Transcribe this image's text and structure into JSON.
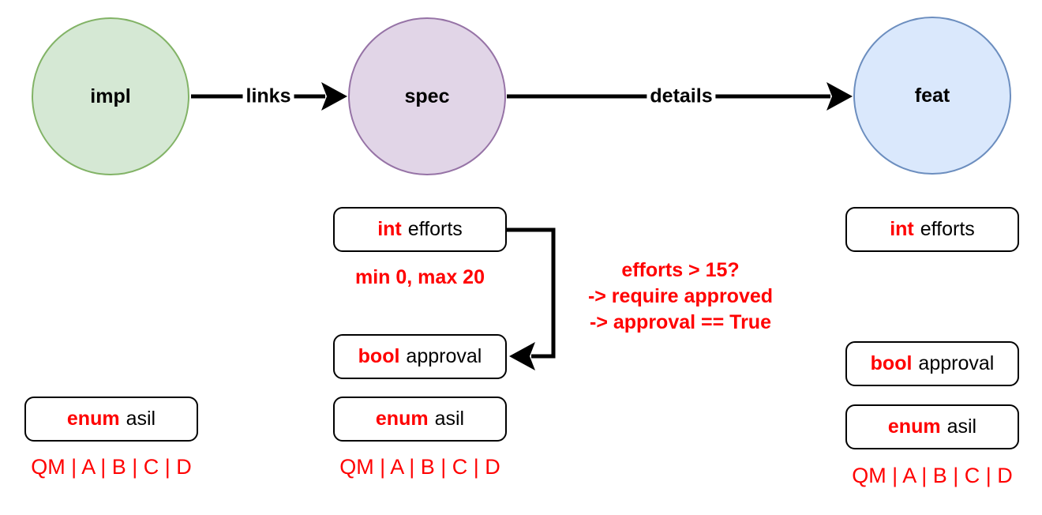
{
  "nodes": {
    "impl": {
      "label": "impl",
      "fill": "#d5e8d4",
      "stroke": "#82b366"
    },
    "spec": {
      "label": "spec",
      "fill": "#e1d5e7",
      "stroke": "#9673a6"
    },
    "feat": {
      "label": "feat",
      "fill": "#dae8fc",
      "stroke": "#6c8ebf"
    }
  },
  "edges": {
    "links": {
      "label": "links",
      "from": "impl",
      "to": "spec"
    },
    "details": {
      "label": "details",
      "from": "spec",
      "to": "feat"
    }
  },
  "attributes": {
    "impl": {
      "asil": {
        "type": "enum",
        "name": "asil",
        "values": "QM | A | B | C | D"
      }
    },
    "spec": {
      "efforts": {
        "type": "int",
        "name": "efforts",
        "constraint": "min 0, max 20"
      },
      "approval": {
        "type": "bool",
        "name": "approval"
      },
      "asil": {
        "type": "enum",
        "name": "asil",
        "values": "QM | A | B | C | D"
      }
    },
    "feat": {
      "efforts": {
        "type": "int",
        "name": "efforts"
      },
      "approval": {
        "type": "bool",
        "name": "approval"
      },
      "asil": {
        "type": "enum",
        "name": "asil",
        "values": "QM | A | B | C | D"
      }
    }
  },
  "rule_note": {
    "line1": "efforts > 15?",
    "line2": "-> require approved",
    "line3": "-> approval == True"
  },
  "colors": {
    "red": "#ff0000",
    "edge": "#000000"
  }
}
